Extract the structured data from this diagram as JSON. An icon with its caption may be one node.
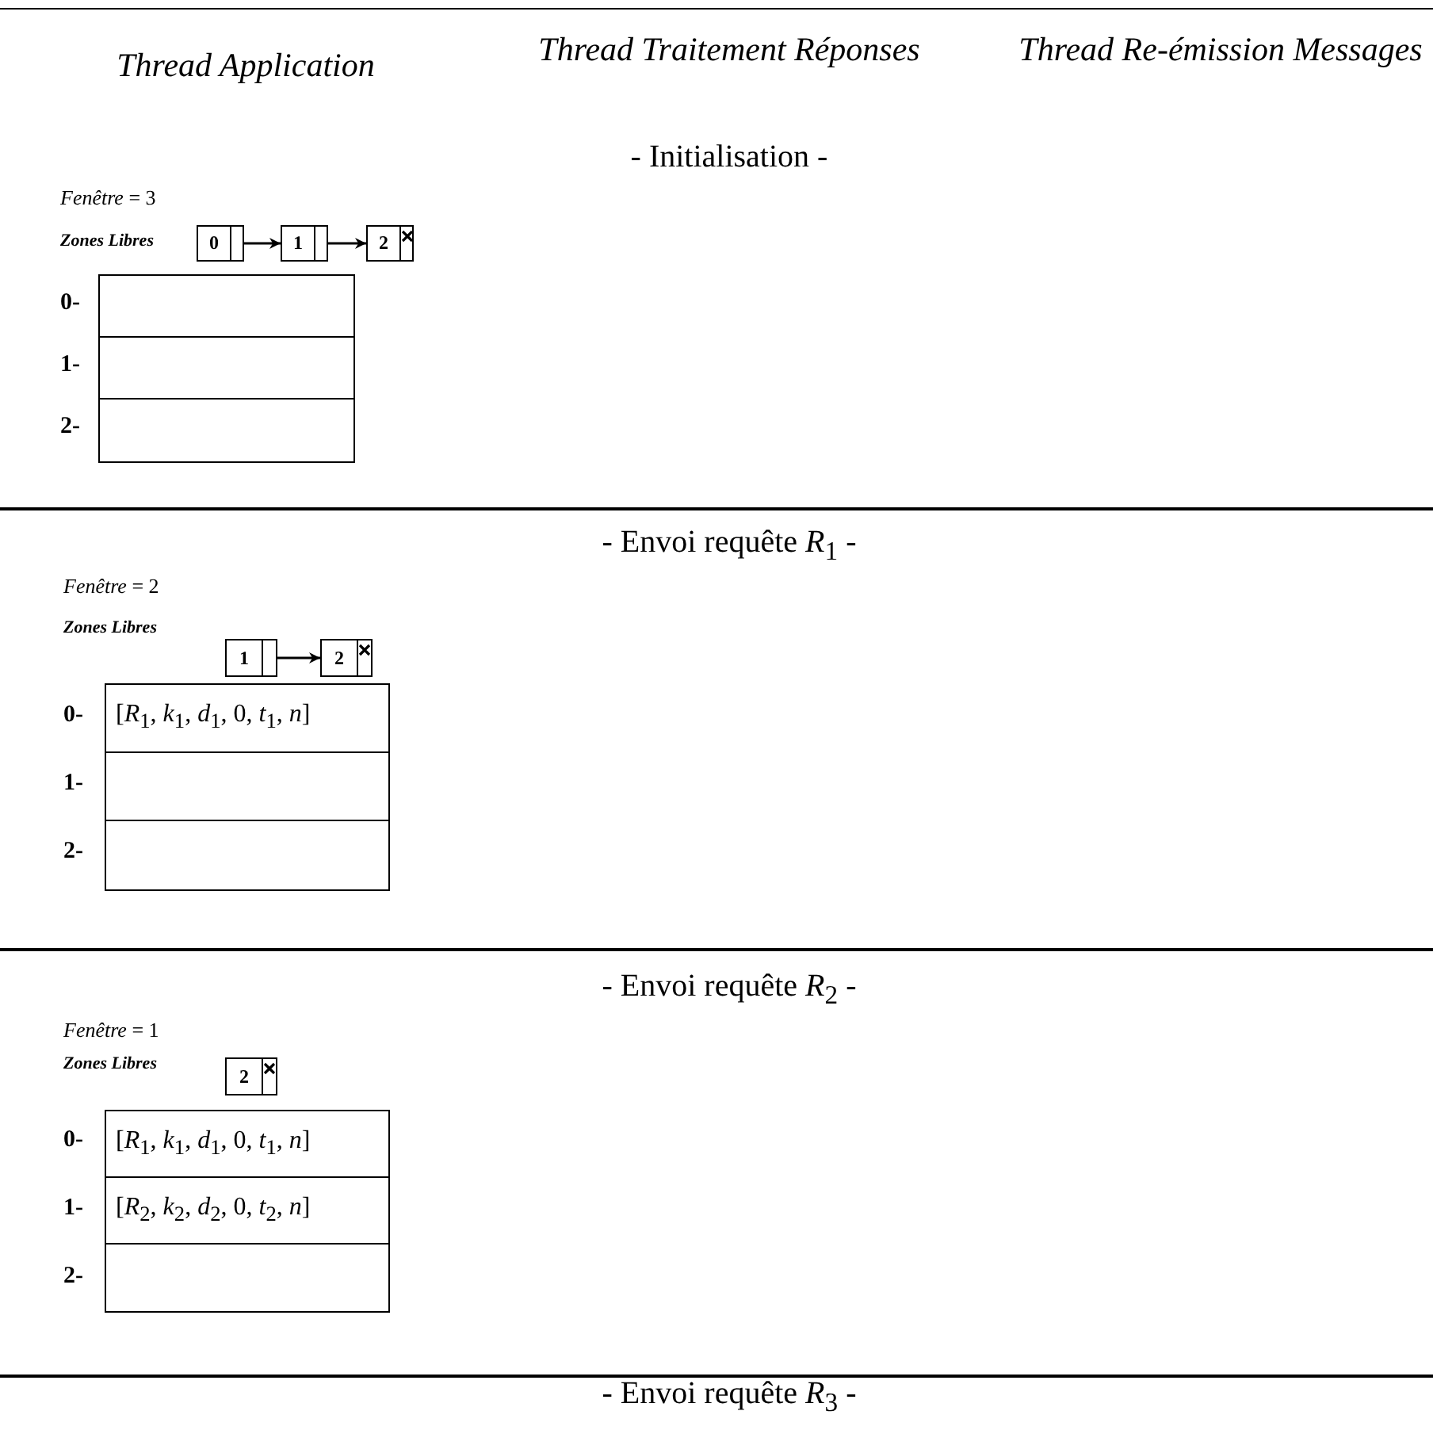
{
  "diagram": {
    "nodes": [
      {
        "text": [
          "0"
        ]
      },
      {
        "text": [
          "1"
        ]
      },
      {
        "text": [
          "2"
        ]
      },
      {
        "text": [
          "1"
        ]
      },
      {
        "text": [
          "2"
        ]
      },
      {
        "text": [
          "2"
        ]
      }
    ],
    "edges": [
      {
        "from": 0,
        "to": 1,
        "arrow": "to"
      },
      {
        "from": 1,
        "to": 2,
        "arrow": "to"
      },
      {
        "from": 3,
        "to": 4,
        "arrow": "to"
      }
    ],
    "labels": [
      "Thread Application",
      "Thread Traitement Réponses",
      "Thread Re-émission Messages",
      "- Initialisation -",
      "*Fenêtre* = 3",
      "Zones Libres",
      "0-",
      "1-",
      "2-",
      "- Envoi requête *R*$_{1}$ -",
      "*Fenêtre* = 2",
      "Zones Libres",
      "0-",
      "[*R*$_{1}$, *k*$_{1}$, *d*$_{1}$, 0, *t*$_{1}$, *n*]",
      "1-",
      "2-",
      "- Envoi requête *R*$_{2}$ -",
      "*Fenêtre* = 1",
      "Zones Libres",
      "0-",
      "[*R*$_{1}$, *k*$_{1}$, *d*$_{1}$, 0, *t*$_{1}$, *n*]",
      "1-",
      "[*R*$_{2}$, *k*$_{2}$, *d*$_{2}$, 0, *t*$_{2}$, *n*]",
      "2-",
      "- Envoi requête *R*$_{3}$ -"
    ]
  }
}
